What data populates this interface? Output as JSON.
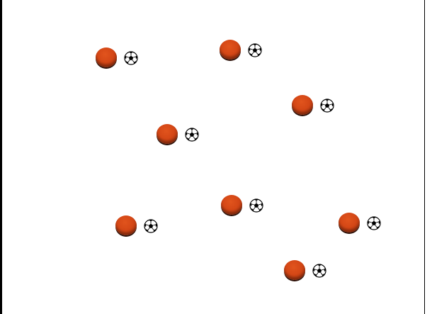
{
  "scene": {
    "background_color": "#ffffff",
    "orange_ball_color": "#d44716",
    "soccer_ball_color": "#000000"
  },
  "balls": [
    {
      "orange": "orange-ball",
      "soccer": "soccer-ball-icon"
    },
    {
      "orange": "orange-ball",
      "soccer": "soccer-ball-icon"
    },
    {
      "orange": "orange-ball",
      "soccer": "soccer-ball-icon"
    },
    {
      "orange": "orange-ball",
      "soccer": "soccer-ball-icon"
    },
    {
      "orange": "orange-ball",
      "soccer": "soccer-ball-icon"
    },
    {
      "orange": "orange-ball",
      "soccer": "soccer-ball-icon"
    },
    {
      "orange": "orange-ball",
      "soccer": "soccer-ball-icon"
    },
    {
      "orange": "orange-ball",
      "soccer": "soccer-ball-icon"
    }
  ]
}
